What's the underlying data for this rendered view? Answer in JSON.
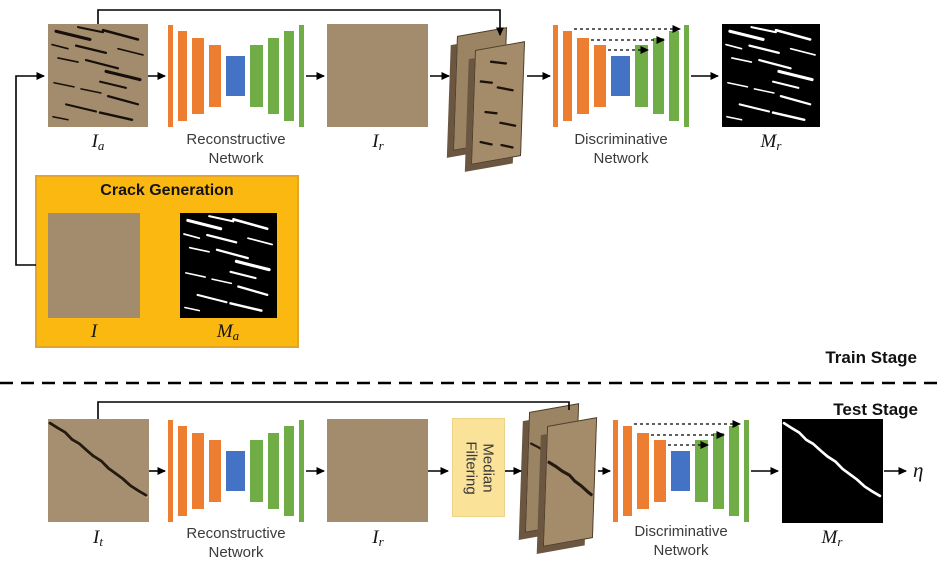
{
  "colors": {
    "orange": "#ED7D31",
    "blue": "#4472C4",
    "green": "#70AD47",
    "gold": "#FBB811",
    "gold-border": "#E2A42C",
    "lightyellow": "#FAE398",
    "lightyellow-border": "#EDD387"
  },
  "labels": {
    "train_stage": "Train Stage",
    "test_stage": "Test Stage",
    "crack_generation": "Crack Generation",
    "reconstructive_1": "Reconstructive",
    "reconstructive_2": "Network",
    "discriminative_1": "Discriminative",
    "discriminative_2": "Network",
    "median_1": "Median",
    "median_2": "Filtering",
    "eta": "η"
  },
  "math": {
    "ia": {
      "base": "I",
      "sub": "a"
    },
    "ir": {
      "base": "I",
      "sub": "r"
    },
    "mr": {
      "base": "M",
      "sub": "r"
    },
    "i": {
      "base": "I",
      "sub": ""
    },
    "ma": {
      "base": "M",
      "sub": "a"
    },
    "it": {
      "base": "I",
      "sub": "t"
    }
  }
}
